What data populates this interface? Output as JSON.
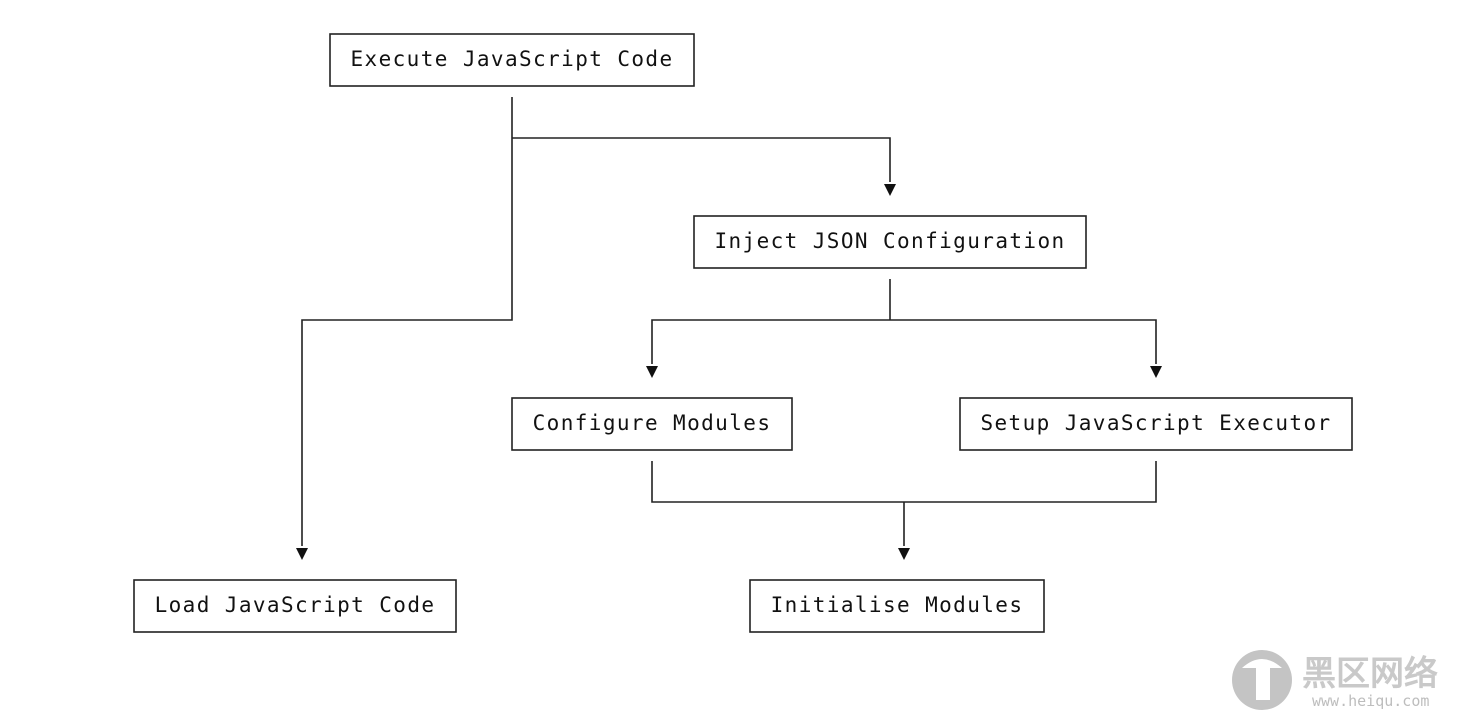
{
  "diagram": {
    "nodes": {
      "execute": "Execute JavaScript Code",
      "inject": "Inject JSON Configuration",
      "configure": "Configure Modules",
      "setup": "Setup JavaScript Executor",
      "load": "Load JavaScript Code",
      "initialise": "Initialise Modules"
    }
  },
  "watermark": {
    "name": "黑区网络",
    "url": "www.heiqu.com"
  }
}
